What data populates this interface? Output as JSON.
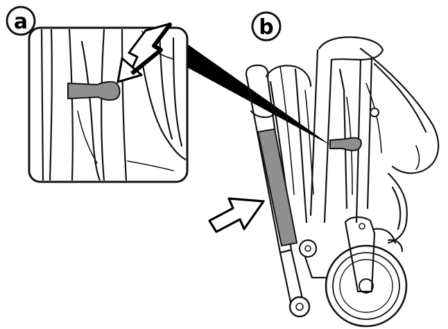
{
  "panels": [
    {
      "id": "a",
      "label": "a"
    },
    {
      "id": "b",
      "label": "b"
    }
  ],
  "colors": {
    "line": "#111111",
    "highlight": "#8f8f8f",
    "pointer": "#000000",
    "background": "#ffffff"
  },
  "icons": [
    "push-arrow-icon",
    "zoom-callout-wedge"
  ]
}
